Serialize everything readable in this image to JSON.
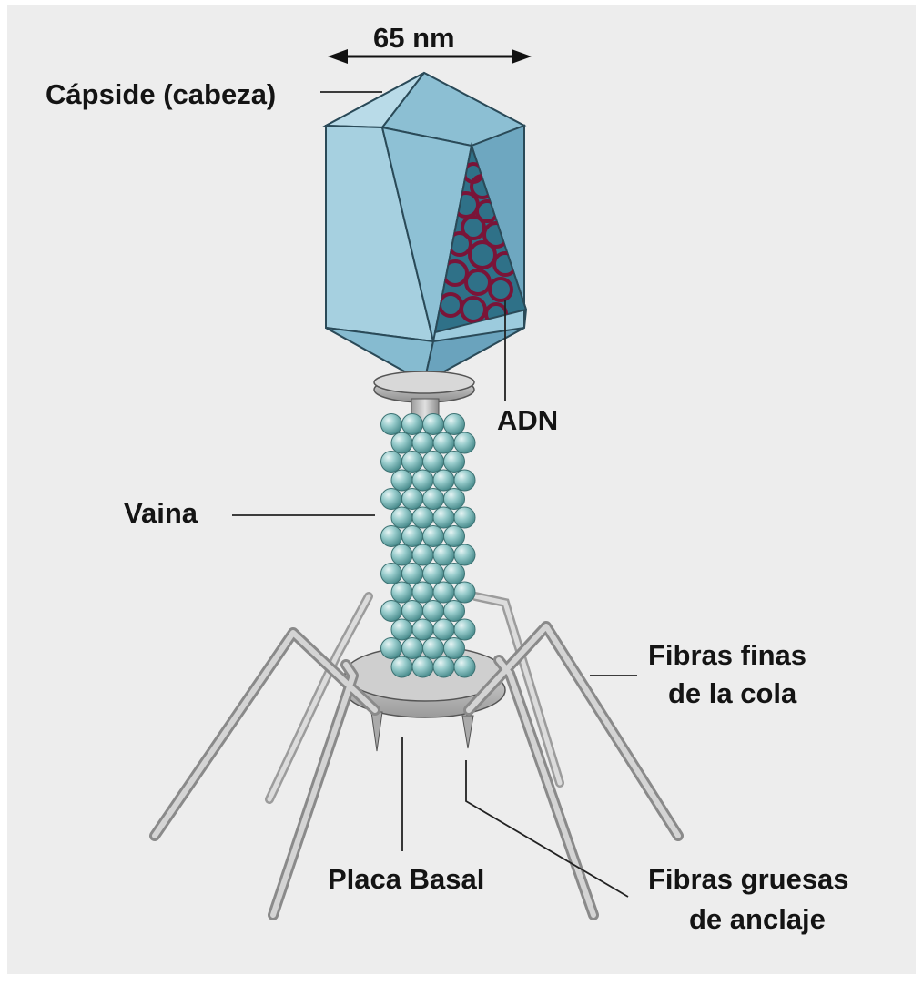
{
  "labels": {
    "dimension": "65 nm",
    "capsid": "Cápside (cabeza)",
    "dna": "ADN",
    "sheath": "Vaina",
    "tail_fibers_line1": "Fibras finas",
    "tail_fibers_line2": "de la cola",
    "base_plate": "Placa Basal",
    "anchor_fibers_line1": "Fibras gruesas",
    "anchor_fibers_line2": "de anclaje"
  },
  "colors": {
    "background": "#ededed",
    "capsid_fill": "#8fc3d8",
    "capsid_dark": "#6fa8c2",
    "dna": "#7a1438",
    "sheath_bead": "#8ec4c4",
    "plate": "#c9c9c9",
    "fiber": "#bdbdbd"
  }
}
